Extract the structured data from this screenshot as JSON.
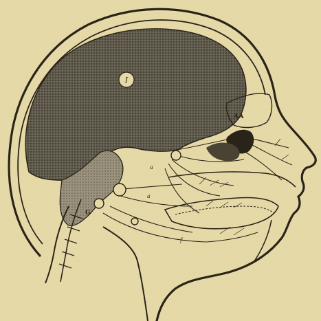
{
  "colors": {
    "paper": "#e6d9a8",
    "ink": "#2a2418",
    "brain_fill": "#6e685a",
    "cerebellum_fill": "#8b8470"
  },
  "labels": {
    "brain": "I",
    "nose": "AA",
    "ganglion": "G",
    "small_a": "a",
    "small_b": "a",
    "small_f": "f"
  }
}
